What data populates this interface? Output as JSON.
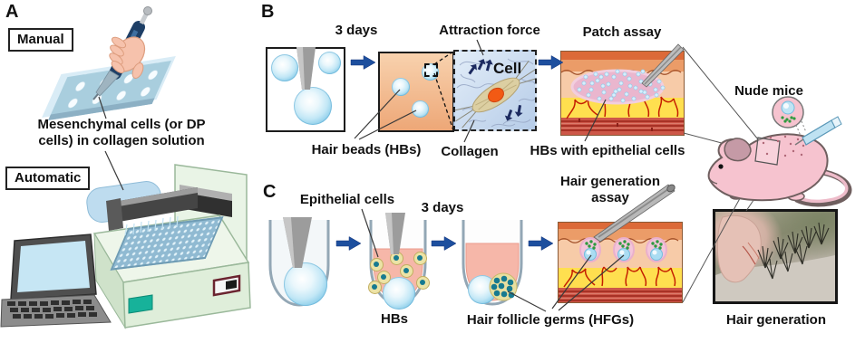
{
  "figure": {
    "panel_a": {
      "letter": "A",
      "manual_label": "Manual",
      "automatic_label": "Automatic",
      "caption": "Mesenchymal cells (or DP cells) in collagen solution"
    },
    "panel_b": {
      "letter": "B",
      "duration_label": "3 days",
      "attraction_force_label": "Attraction force",
      "cell_label": "Cell",
      "patch_assay_label": "Patch assay",
      "hair_beads_label": "Hair beads (HBs)",
      "collagen_label": "Collagen",
      "hbs_with_epithelial_label": "HBs with epithelial cells",
      "nude_mice_label": "Nude mice"
    },
    "panel_c": {
      "letter": "C",
      "epithelial_cells_label": "Epithelial cells",
      "duration_label": "3 days",
      "hair_generation_assay_label": "Hair generation assay",
      "hbs_label": "HBs",
      "hfgs_label": "Hair follicle germs (HFGs)",
      "hair_generation_label": "Hair generation"
    },
    "colors": {
      "arrow_blue": "#1d4f9e",
      "bead_blue": "#7cc6e6",
      "collagen_peach": "#f2bd92",
      "fat_yellow": "#ffdf4f",
      "muscle_red": "#cd5748",
      "mouse_pink": "#f6c3cf",
      "germ_teal": "#177a90",
      "sprout_green": "#2f9a3f"
    }
  }
}
